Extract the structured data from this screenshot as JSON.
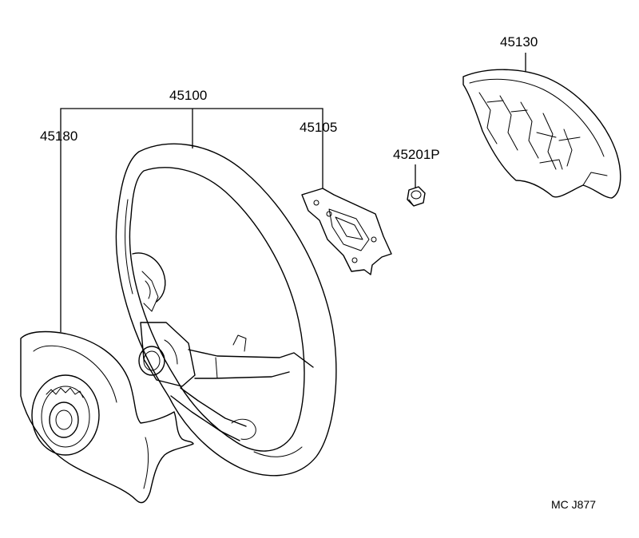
{
  "labels": {
    "steering_wheel": "45100",
    "cover_lower": "45180",
    "bracket": "45105",
    "nut": "45201P",
    "pad": "45130"
  },
  "drawing_code": "MC  J877"
}
